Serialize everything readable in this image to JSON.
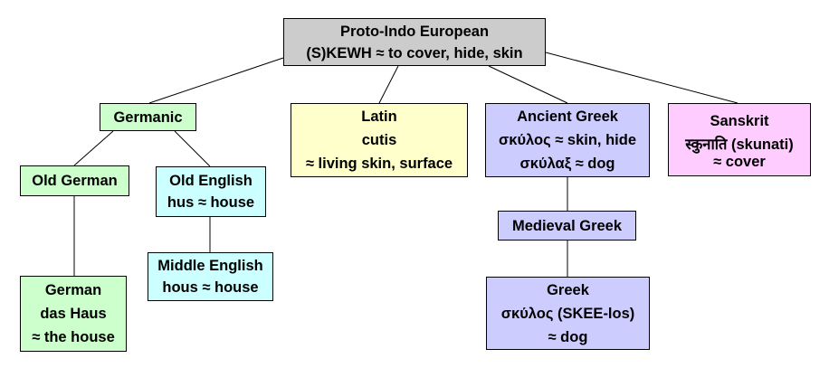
{
  "colors": {
    "root": "#cccccc",
    "germanic": "#ccffcc",
    "english": "#ccffff",
    "latin": "#ffffcc",
    "greek": "#ccccff",
    "sanskrit": "#ffccff"
  },
  "nodes": {
    "pie": {
      "title": "Proto-Indo European",
      "lines": [
        "(S)KEWH ≈ to cover, hide, skin"
      ]
    },
    "germanic": {
      "title": "Germanic",
      "lines": []
    },
    "latin": {
      "title": "Latin",
      "lines": [
        "cutis",
        "≈ living skin, surface"
      ]
    },
    "ancient_greek": {
      "title": "Ancient Greek",
      "lines": [
        "σκύλος ≈ skin, hide",
        "σκύλαξ ≈ dog"
      ]
    },
    "sanskrit": {
      "title": "Sanskrit",
      "lines": [
        "स्कुनाति (skunati)",
        "≈ cover"
      ]
    },
    "old_german": {
      "title": "Old German",
      "lines": []
    },
    "old_english": {
      "title": "Old English",
      "lines": [
        "hus ≈ house"
      ]
    },
    "middle_english": {
      "title": "Middle English",
      "lines": [
        "hous ≈ house"
      ]
    },
    "german": {
      "title": "German",
      "lines": [
        "das Haus",
        "≈ the house"
      ]
    },
    "medieval_greek": {
      "title": "Medieval Greek",
      "lines": []
    },
    "greek": {
      "title": "Greek",
      "lines": [
        "σκύλος (SKEE-los)",
        "≈ dog"
      ]
    }
  }
}
